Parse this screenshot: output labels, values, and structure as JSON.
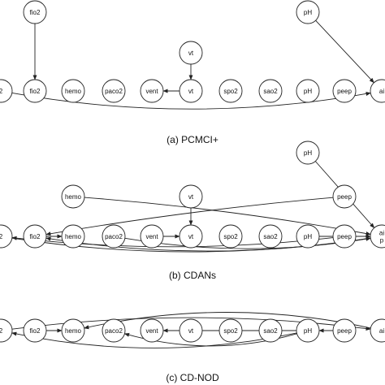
{
  "panels": [
    {
      "id": "a",
      "caption": "(a) PCMCI+",
      "nodes": [
        {
          "id": "fio2_top",
          "label": "fio2"
        },
        {
          "id": "vt_top",
          "label": "vt"
        },
        {
          "id": "ph_top",
          "label": "pH"
        },
        {
          "id": "n0",
          "label": "2"
        },
        {
          "id": "fio2",
          "label": "fio2"
        },
        {
          "id": "hemo",
          "label": "hemo"
        },
        {
          "id": "paco2",
          "label": "paco2"
        },
        {
          "id": "vent",
          "label": "vent"
        },
        {
          "id": "vt",
          "label": "vt"
        },
        {
          "id": "spo2",
          "label": "spo2"
        },
        {
          "id": "sao2",
          "label": "sao2"
        },
        {
          "id": "ph",
          "label": "pH"
        },
        {
          "id": "peep",
          "label": "peep"
        },
        {
          "id": "air",
          "label": "ai"
        }
      ]
    },
    {
      "id": "b",
      "caption": "(b) CDANs",
      "nodes": [
        {
          "id": "ph_top",
          "label": "pH"
        },
        {
          "id": "hemo_top",
          "label": "hemo"
        },
        {
          "id": "vt_top",
          "label": "vt"
        },
        {
          "id": "peep_top",
          "label": "peep"
        },
        {
          "id": "n0",
          "label": "2"
        },
        {
          "id": "fio2",
          "label": "fio2"
        },
        {
          "id": "hemo",
          "label": "hemo"
        },
        {
          "id": "paco2",
          "label": "paco2"
        },
        {
          "id": "vent",
          "label": "vent"
        },
        {
          "id": "vt",
          "label": "vt"
        },
        {
          "id": "spo2",
          "label": "spo2"
        },
        {
          "id": "sao2",
          "label": "sao2"
        },
        {
          "id": "ph",
          "label": "pH"
        },
        {
          "id": "peep",
          "label": "peep"
        },
        {
          "id": "air",
          "label": "ai p"
        }
      ]
    },
    {
      "id": "c",
      "caption": "(c) CD-NOD",
      "nodes": [
        {
          "id": "n0",
          "label": "2"
        },
        {
          "id": "fio2",
          "label": "fio2"
        },
        {
          "id": "hemo",
          "label": "hemo"
        },
        {
          "id": "paco2",
          "label": "paco2"
        },
        {
          "id": "vent",
          "label": "vent"
        },
        {
          "id": "vt",
          "label": "vt"
        },
        {
          "id": "spo2",
          "label": "spo2"
        },
        {
          "id": "sao2",
          "label": "sao2"
        },
        {
          "id": "ph",
          "label": "pH"
        },
        {
          "id": "peep",
          "label": "peep"
        },
        {
          "id": "air",
          "label": "ai"
        }
      ]
    }
  ]
}
